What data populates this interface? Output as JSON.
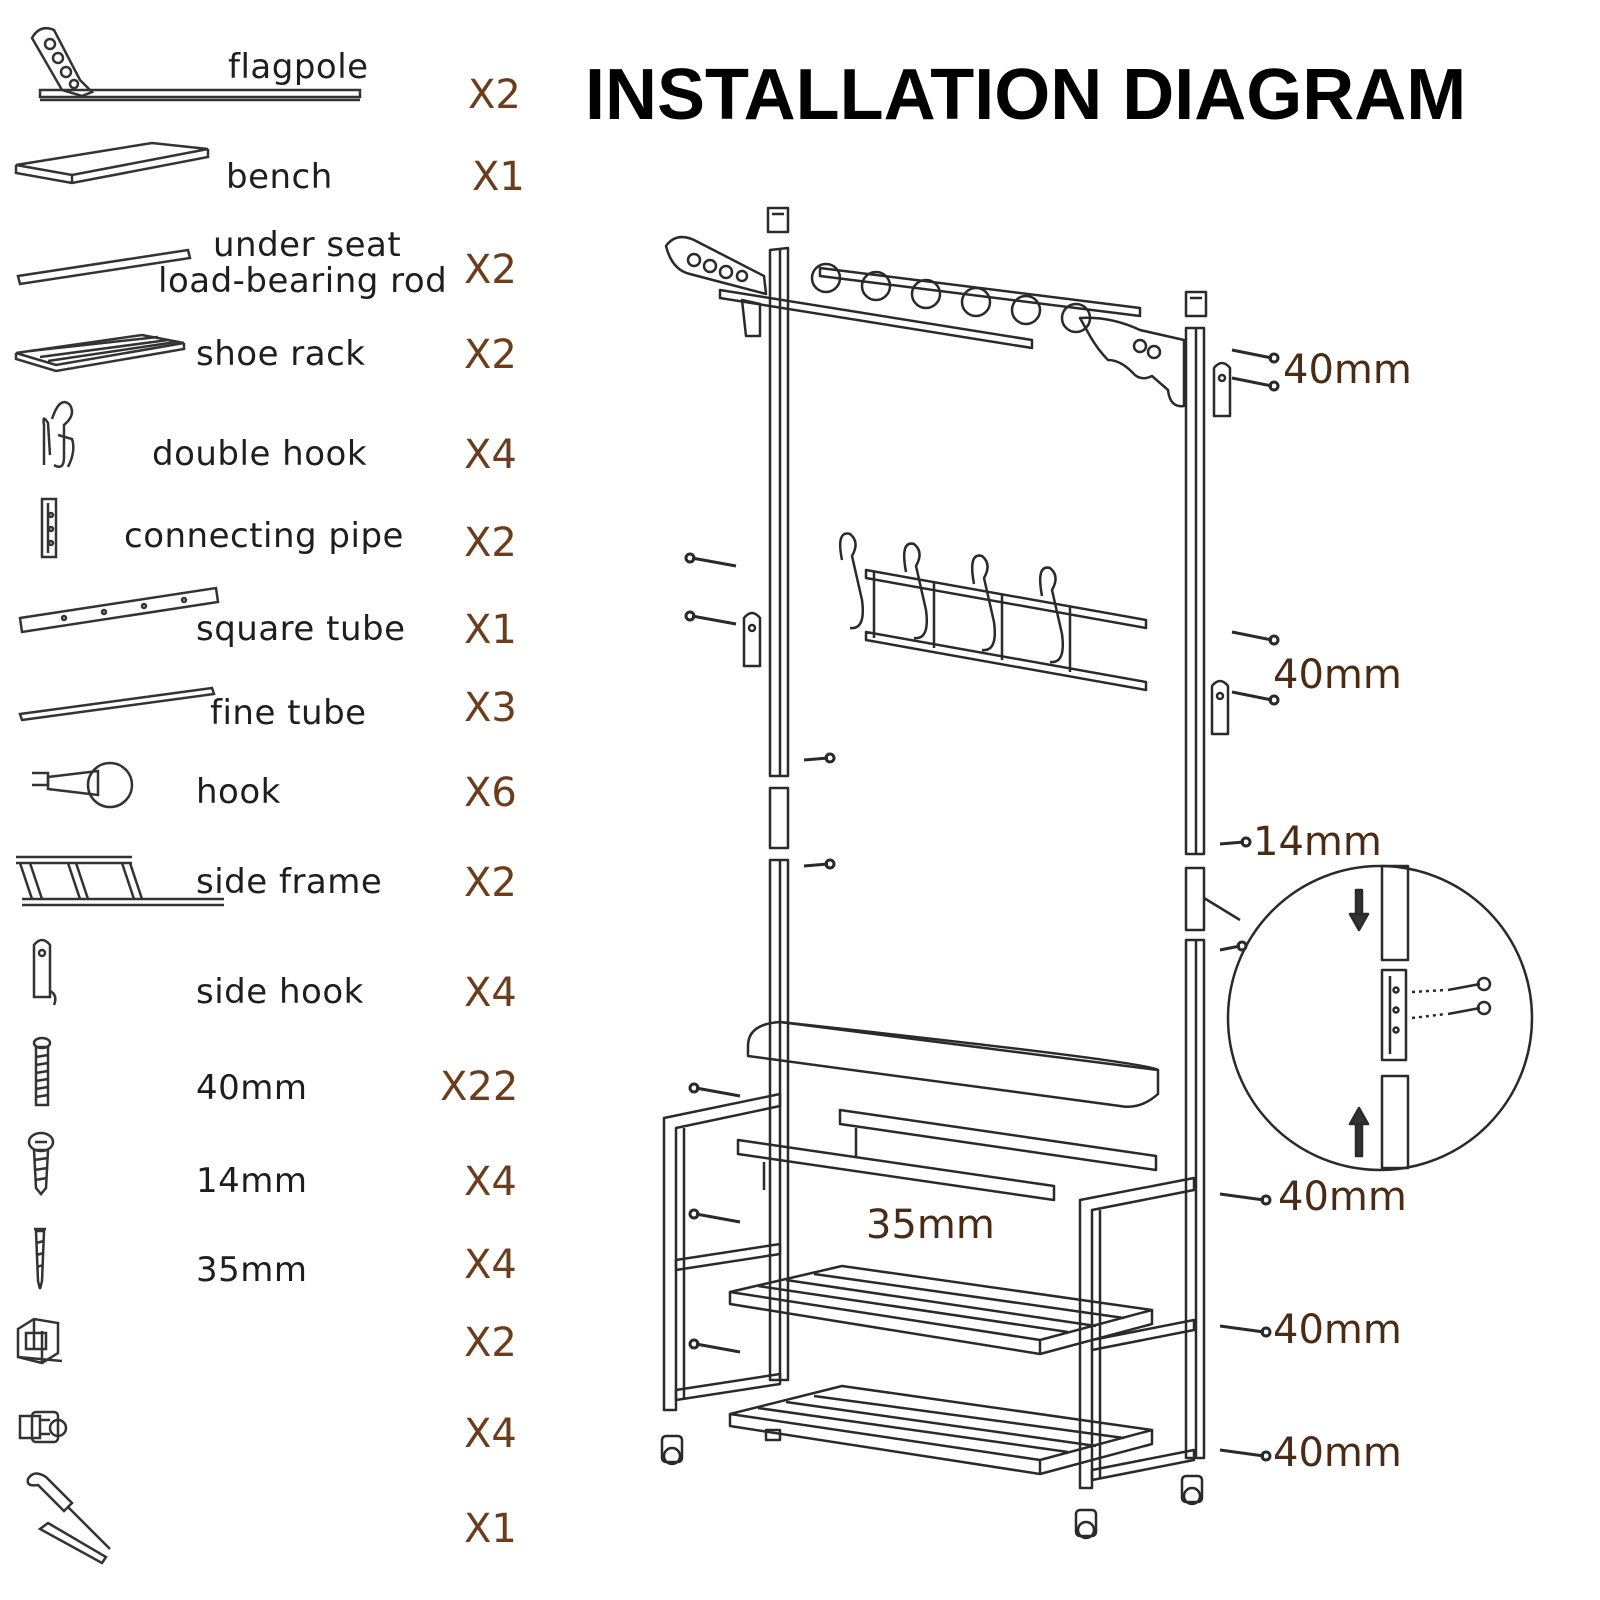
{
  "title": "INSTALLATION DIAGRAM",
  "parts": [
    {
      "label": "flagpole",
      "qty": "X2",
      "icon": "flagpole-icon"
    },
    {
      "label": "bench",
      "qty": "X1",
      "icon": "bench-icon"
    },
    {
      "label": "under seat",
      "label2": "load-bearing rod",
      "qty": "X2",
      "icon": "rod-icon"
    },
    {
      "label": "shoe rack",
      "qty": "X2",
      "icon": "shoe-rack-icon"
    },
    {
      "label": "double hook",
      "qty": "X4",
      "icon": "double-hook-icon"
    },
    {
      "label": "connecting pipe",
      "qty": "X2",
      "icon": "connecting-pipe-icon"
    },
    {
      "label": "square tube",
      "qty": "X1",
      "icon": "square-tube-icon"
    },
    {
      "label": "fine tube",
      "qty": "X3",
      "icon": "fine-tube-icon"
    },
    {
      "label": "hook",
      "qty": "X6",
      "icon": "hook-icon"
    },
    {
      "label": "side frame",
      "qty": "X2",
      "icon": "side-frame-icon"
    },
    {
      "label": "side hook",
      "qty": "X4",
      "icon": "side-hook-icon"
    },
    {
      "label": "40mm",
      "qty": "X22",
      "icon": "screw-40mm-icon"
    },
    {
      "label": "14mm",
      "qty": "X4",
      "icon": "screw-14mm-icon"
    },
    {
      "label": "35mm",
      "qty": "X4",
      "icon": "screw-35mm-icon"
    },
    {
      "label": "",
      "qty": "X2",
      "icon": "top-cap-icon"
    },
    {
      "label": "",
      "qty": "X4",
      "icon": "caster-wheel-icon"
    },
    {
      "label": "",
      "qty": "X1",
      "icon": "tools-icon"
    }
  ],
  "dimensions": {
    "top_right_1": "40mm",
    "top_right_2": "40mm",
    "pipe_joint": "14mm",
    "bench_screw": "35mm",
    "side_upper": "40mm",
    "side_middle": "40mm",
    "side_lower": "40mm"
  }
}
